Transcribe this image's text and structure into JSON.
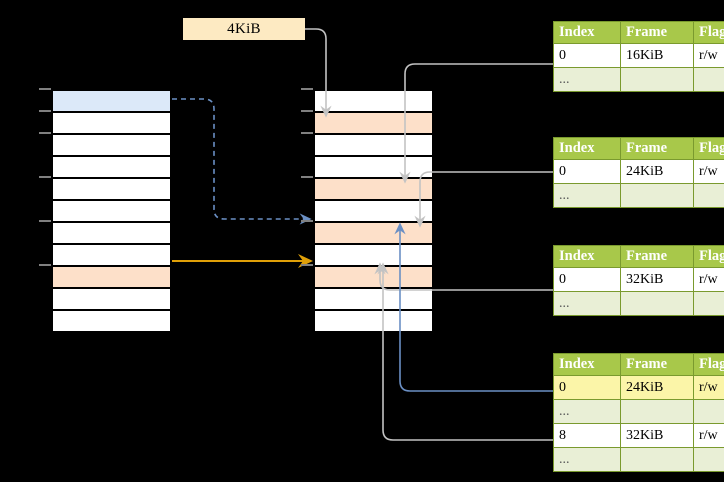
{
  "diagram": {
    "title_label": "4KiB",
    "virtual_column": {
      "name": "virtual-address-space",
      "rows": 11,
      "highlight_blue_index": 0,
      "highlight_orange_index": 8
    },
    "physical_column": {
      "name": "physical-memory",
      "rows": 11,
      "highlight_orange_indices": [
        1,
        4,
        6,
        8
      ]
    },
    "tables": [
      {
        "name": "page-table-1",
        "headers": [
          "Index",
          "Frame",
          "Flags"
        ],
        "rows": [
          {
            "cells": [
              "0",
              "16KiB",
              "r/w"
            ],
            "alt": false,
            "highlight": []
          },
          {
            "cells": [
              "...",
              "",
              ""
            ],
            "alt": true,
            "highlight": []
          }
        ]
      },
      {
        "name": "page-table-2",
        "headers": [
          "Index",
          "Frame",
          "Flags"
        ],
        "rows": [
          {
            "cells": [
              "0",
              "24KiB",
              "r/w"
            ],
            "alt": false,
            "highlight": []
          },
          {
            "cells": [
              "...",
              "",
              ""
            ],
            "alt": true,
            "highlight": []
          }
        ]
      },
      {
        "name": "page-table-3",
        "headers": [
          "Index",
          "Frame",
          "Flags"
        ],
        "rows": [
          {
            "cells": [
              "0",
              "32KiB",
              "r/w"
            ],
            "alt": false,
            "highlight": []
          },
          {
            "cells": [
              "...",
              "",
              ""
            ],
            "alt": true,
            "highlight": []
          }
        ]
      },
      {
        "name": "page-table-4",
        "headers": [
          "Index",
          "Frame",
          "Flags"
        ],
        "rows": [
          {
            "cells": [
              "0",
              "24KiB",
              "r/w"
            ],
            "alt": false,
            "highlight": [
              0,
              1,
              2
            ]
          },
          {
            "cells": [
              "...",
              "",
              ""
            ],
            "alt": true,
            "highlight": []
          },
          {
            "cells": [
              "8",
              "32KiB",
              "r/w"
            ],
            "alt": false,
            "highlight": []
          },
          {
            "cells": [
              "...",
              "",
              ""
            ],
            "alt": true,
            "highlight": []
          }
        ]
      }
    ],
    "colors": {
      "header_green": "#a8c84a",
      "table_border_green": "#7a9a2e",
      "alt_row": "#e9efd6",
      "highlight_yellow": "#fbf5a8",
      "page_blue": "#dce9f9",
      "page_orange": "#fde0c9",
      "label_cream": "#fdeac2",
      "arrow_blue": "#6a8fc4",
      "arrow_orange": "#e0a008",
      "wire_gray": "#bdbdbd",
      "background": "#000000"
    }
  }
}
